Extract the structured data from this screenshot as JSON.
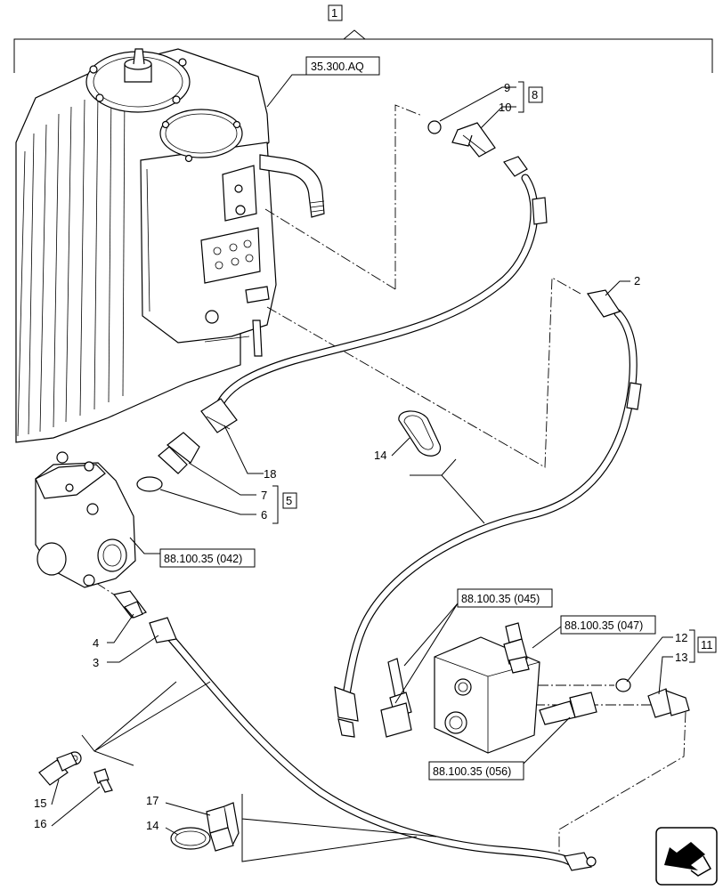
{
  "callouts": {
    "c1": "1",
    "c2": "2",
    "c3": "3",
    "c4": "4",
    "c5": "5",
    "c6": "6",
    "c7": "7",
    "c8": "8",
    "c9": "9",
    "c10": "10",
    "c11": "11",
    "c12": "12",
    "c13": "13",
    "c14a": "14",
    "c14b": "14",
    "c15": "15",
    "c16": "16",
    "c17": "17",
    "c18": "18"
  },
  "references": {
    "tank": "35.300.AQ",
    "pump": "88.100.35 (042)",
    "valve_a": "88.100.35 (045)",
    "valve_b": "88.100.35 (047)",
    "valve_c": "88.100.35 (056)"
  },
  "icons": {
    "nav": "arrow-icon"
  }
}
